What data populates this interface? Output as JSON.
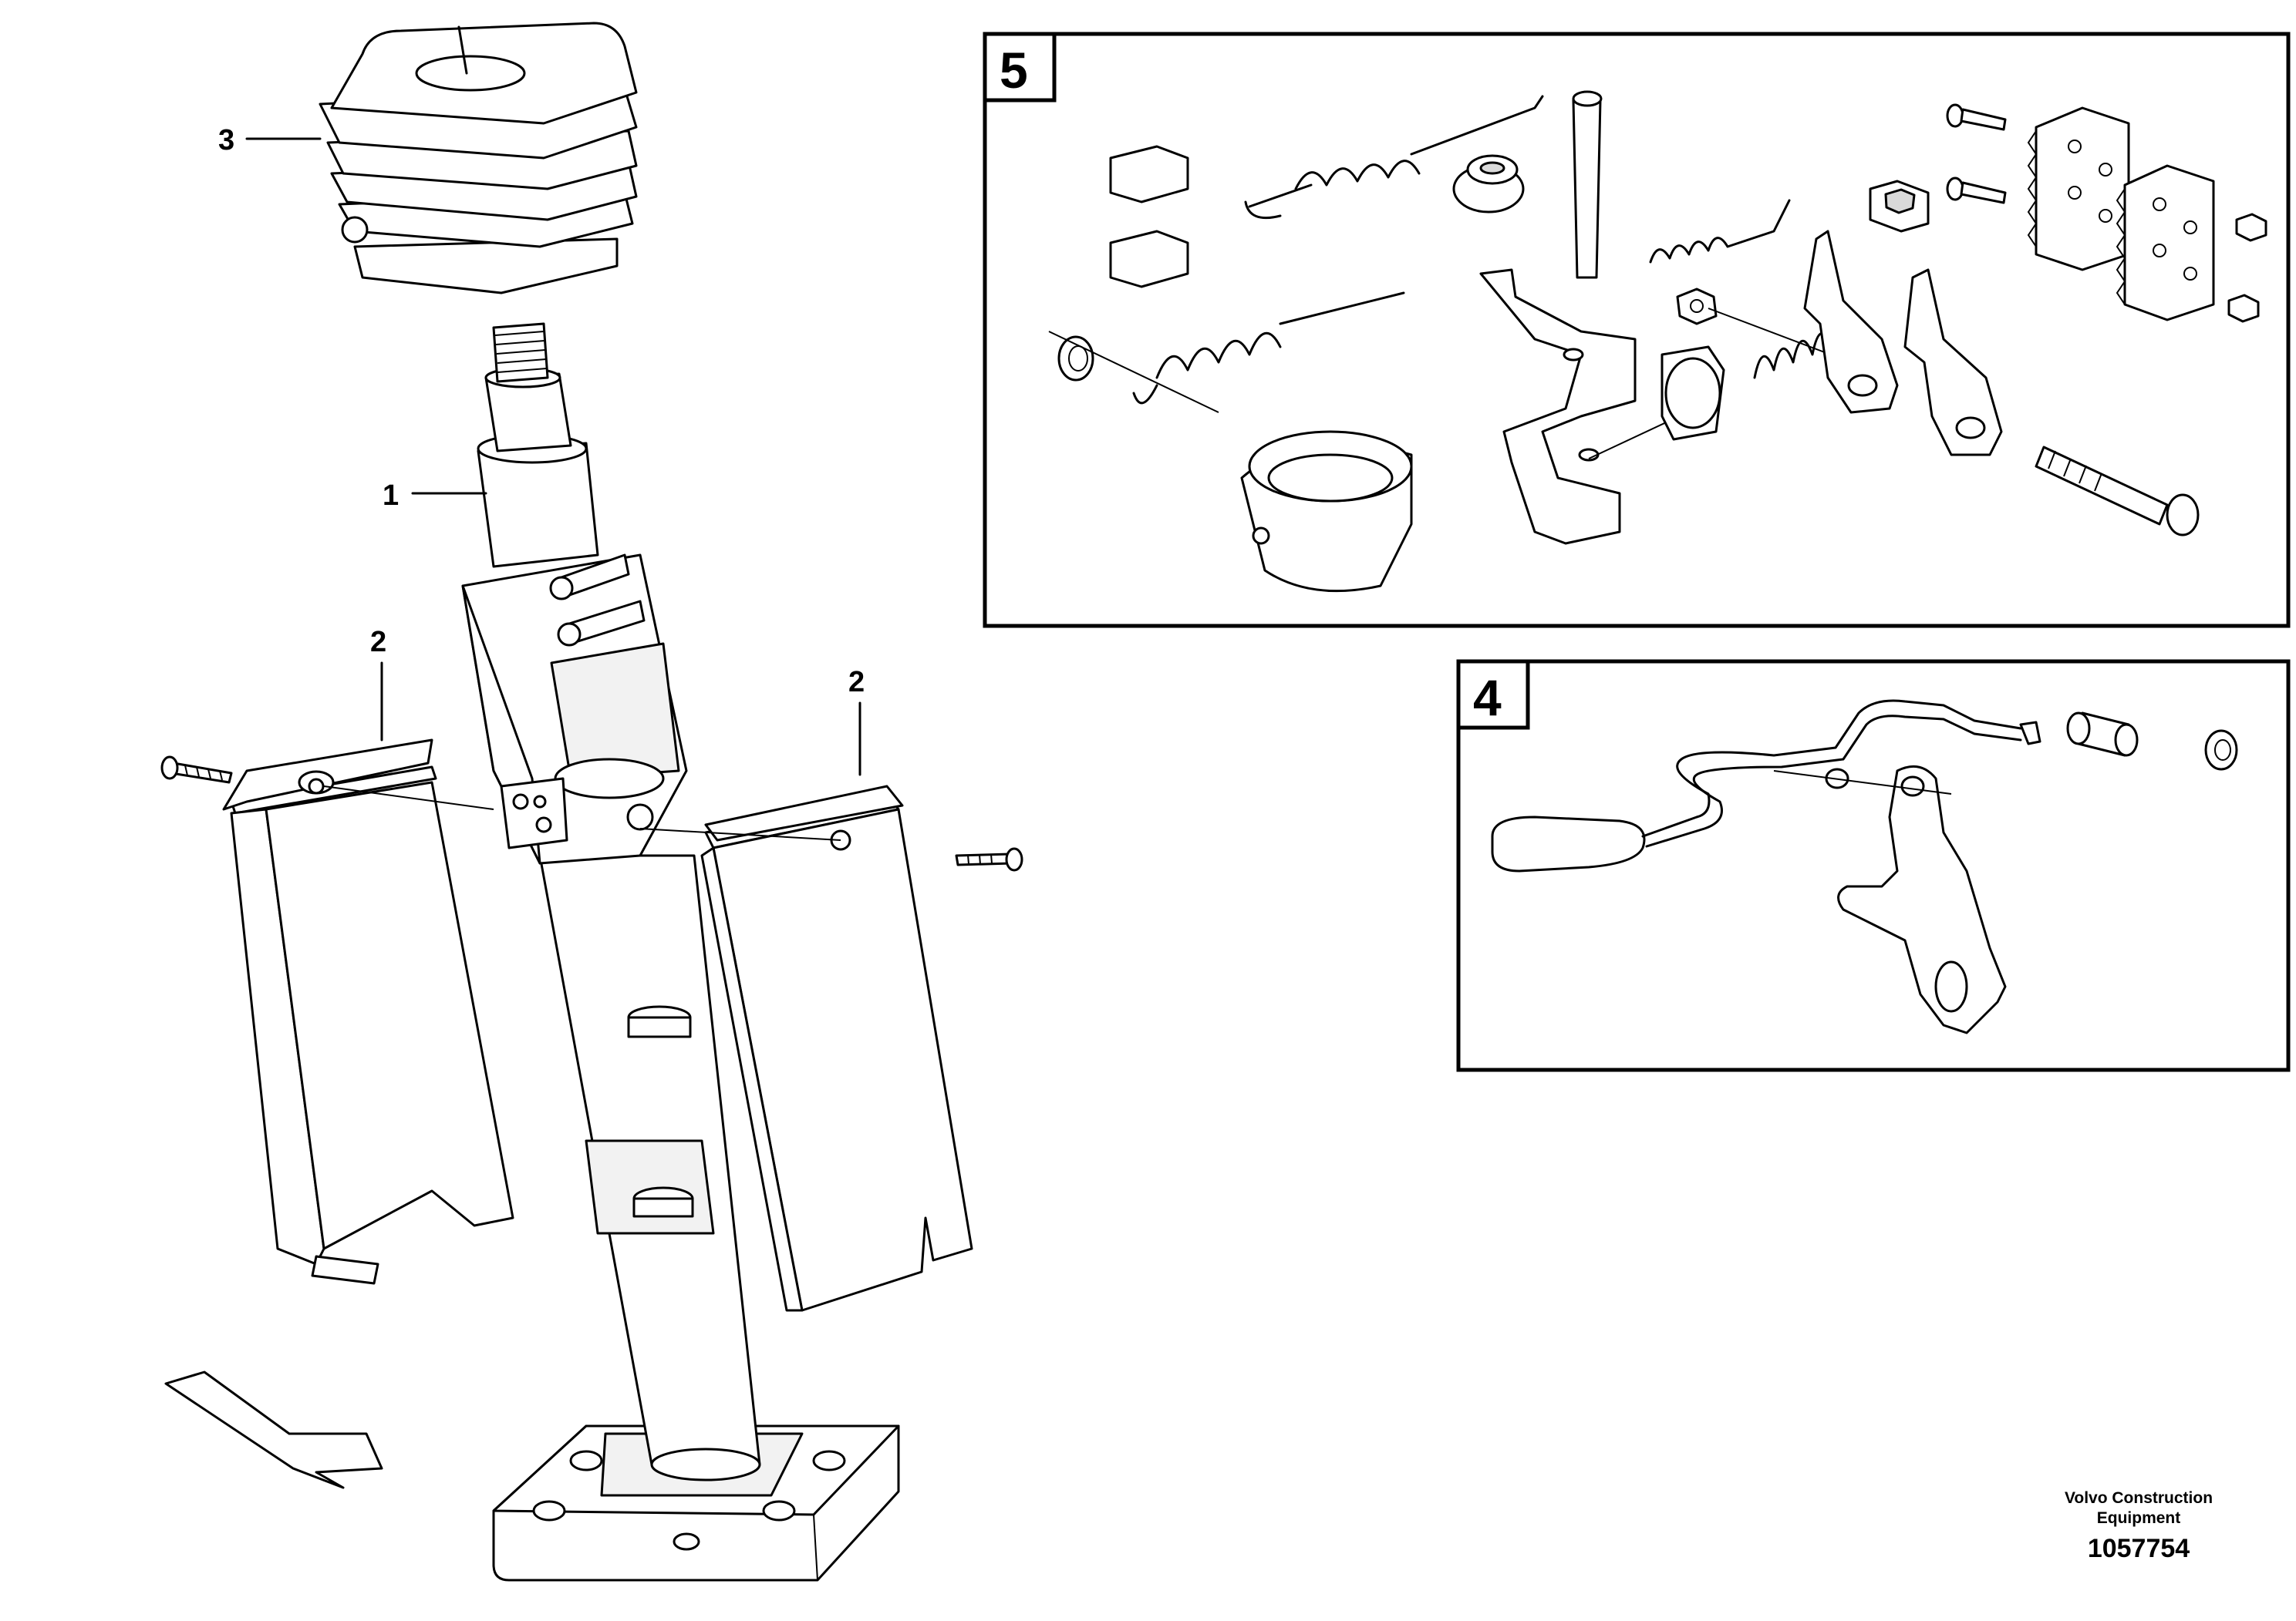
{
  "callouts": {
    "c1": "1",
    "c2a": "2",
    "c2b": "2",
    "c3": "3"
  },
  "detail_boxes": {
    "box5": "5",
    "box4": "4"
  },
  "credit": {
    "line1": "Volvo Construction",
    "line2": "Equipment"
  },
  "part_number": "1057754"
}
